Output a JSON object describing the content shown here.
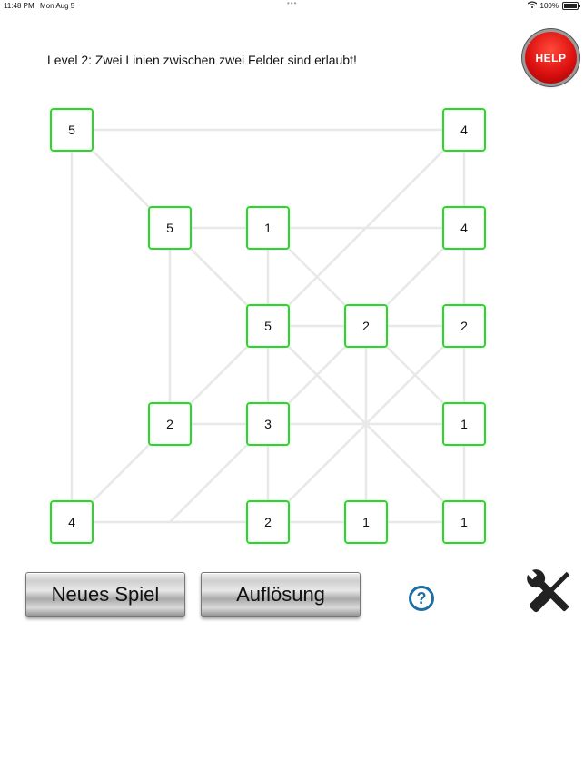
{
  "status_bar": {
    "time": "11:48 PM",
    "date": "Mon Aug 5",
    "battery": "100%"
  },
  "level_title": "Level 2: Zwei Linien zwischen zwei Felder sind erlaubt!",
  "help_label": "HELP",
  "cells": [
    {
      "value": "5"
    },
    {
      "value": "4"
    },
    {
      "value": "5"
    },
    {
      "value": "1"
    },
    {
      "value": "4"
    },
    {
      "value": "5"
    },
    {
      "value": "2"
    },
    {
      "value": "2"
    },
    {
      "value": "2"
    },
    {
      "value": "3"
    },
    {
      "value": "1"
    },
    {
      "value": "4"
    },
    {
      "value": "2"
    },
    {
      "value": "1"
    },
    {
      "value": "1"
    }
  ],
  "buttons": {
    "new_game": "Neues Spiel",
    "solution": "Auflösung"
  },
  "colors": {
    "cell_border": "#22dd22",
    "help_red": "#d11111",
    "question": "#1f6fa0"
  },
  "icons": {
    "help": "help-button-icon",
    "question": "question-circle-icon",
    "tools": "wrench-screwdriver-icon"
  }
}
